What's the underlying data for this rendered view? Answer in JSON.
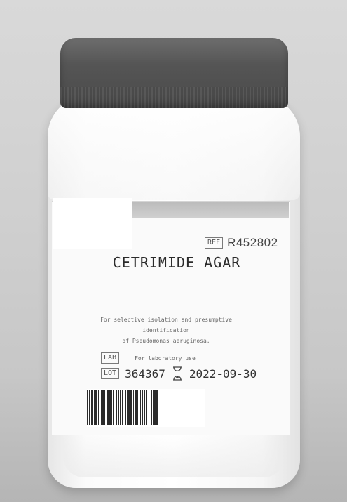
{
  "label": {
    "ref_symbol": "REF",
    "ref_number": "R452802",
    "product_name": "CETRIMIDE AGAR",
    "description_line1": "For selective isolation and presumptive identification",
    "description_line2": "of Pseudomonas aeruginosa.",
    "lab_symbol": "LAB",
    "lab_text": "For laboratory use",
    "lot_symbol": "LOT",
    "lot_number": "364367",
    "expiry_date": "2022-09-30"
  },
  "colors": {
    "cap": "#555555",
    "bottle": "#ffffff",
    "background": "#d0d0d0"
  },
  "icons": {
    "expiry": "hourglass-icon"
  }
}
